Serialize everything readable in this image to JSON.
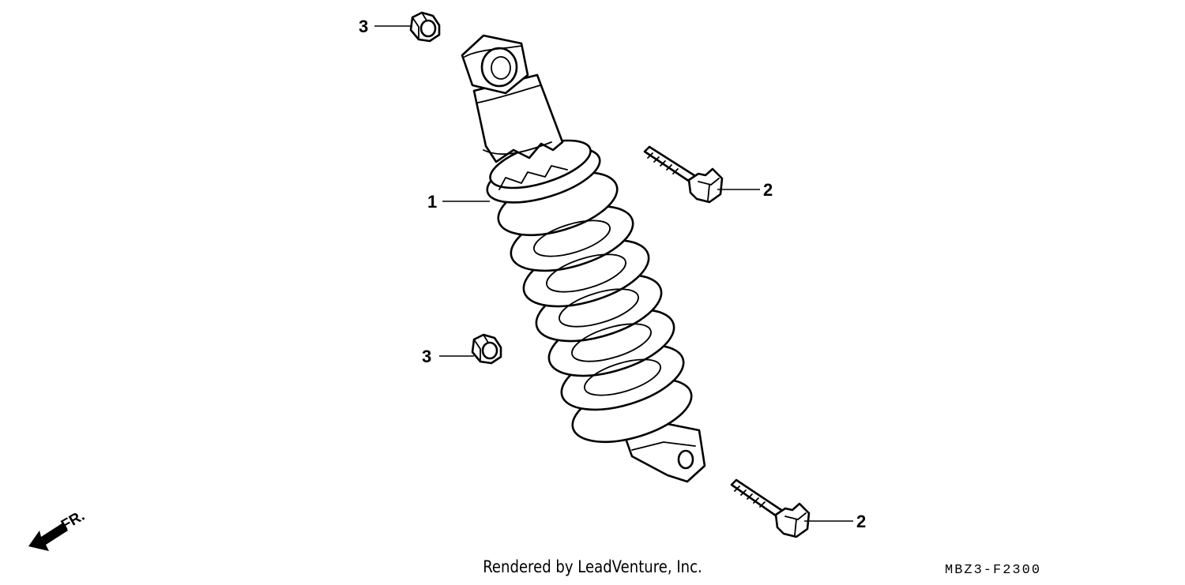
{
  "callouts": [
    {
      "id": "shock-absorber",
      "number": "1"
    },
    {
      "id": "bolt-upper",
      "number": "2"
    },
    {
      "id": "bolt-lower",
      "number": "2"
    },
    {
      "id": "nut-upper",
      "number": "3"
    },
    {
      "id": "nut-lower",
      "number": "3"
    }
  ],
  "direction": {
    "label": "FR."
  },
  "footer": {
    "credit": "Rendered by LeadVenture, Inc.",
    "diagram_code": "MBZ3-F2300"
  }
}
